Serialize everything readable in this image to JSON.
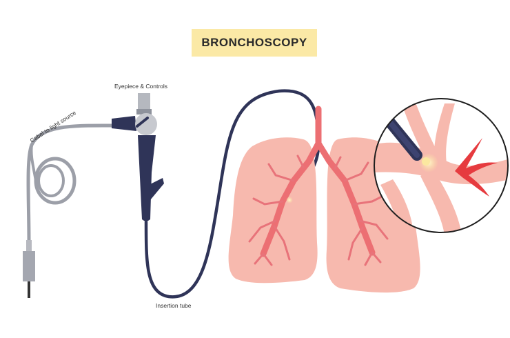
{
  "title": "BRONCHOSCOPY",
  "labels": {
    "eyepiece": "Eyepiece & Controls",
    "cable": "Cabel to light source",
    "tube": "Insertion tube"
  },
  "colors": {
    "title_bg": "#fbe9a6",
    "scope": "#2f3458",
    "cable": "#9c9fa8",
    "lung": "#f7b9ae",
    "trachea": "#ec6f73",
    "bronchi": "#e8737a",
    "light": "#fbe8a0"
  }
}
